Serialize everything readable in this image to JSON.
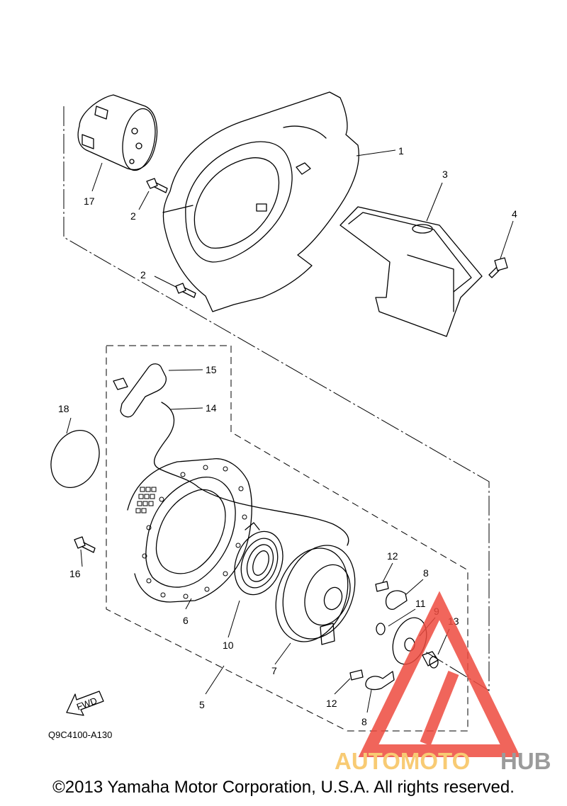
{
  "callouts": [
    {
      "id": "c1",
      "label": "1"
    },
    {
      "id": "c2a",
      "label": "2"
    },
    {
      "id": "c2b",
      "label": "2"
    },
    {
      "id": "c3",
      "label": "3"
    },
    {
      "id": "c4",
      "label": "4"
    },
    {
      "id": "c5",
      "label": "5"
    },
    {
      "id": "c6",
      "label": "6"
    },
    {
      "id": "c7",
      "label": "7"
    },
    {
      "id": "c8a",
      "label": "8"
    },
    {
      "id": "c8b",
      "label": "8"
    },
    {
      "id": "c9",
      "label": "9"
    },
    {
      "id": "c10",
      "label": "10"
    },
    {
      "id": "c11",
      "label": "11"
    },
    {
      "id": "c12a",
      "label": "12"
    },
    {
      "id": "c12b",
      "label": "12"
    },
    {
      "id": "c13",
      "label": "13"
    },
    {
      "id": "c14",
      "label": "14"
    },
    {
      "id": "c15",
      "label": "15"
    },
    {
      "id": "c16",
      "label": "16"
    },
    {
      "id": "c17",
      "label": "17"
    },
    {
      "id": "c18",
      "label": "18"
    }
  ],
  "fwd_label": "FWD",
  "diagram_code": "Q9C4100-A130",
  "watermark": {
    "part1": "AUTOMOTO",
    "part2": "HUB",
    "color1": "#f7c25c",
    "color2": "#8a8a8a",
    "logo_color": "#ee4b3f"
  },
  "copyright": "©2013 Yamaha Motor Corporation, U.S.A. All rights reserved."
}
